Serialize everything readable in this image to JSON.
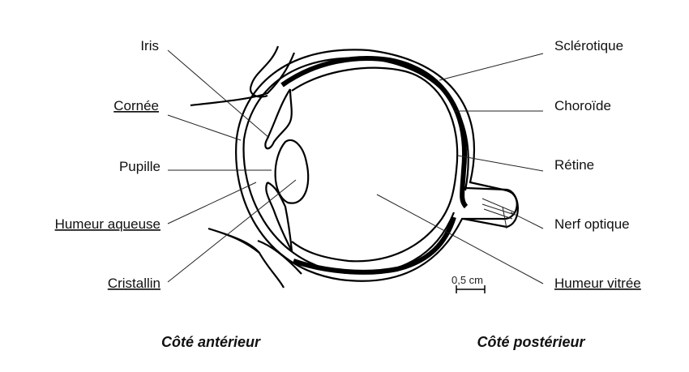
{
  "labels_left": [
    "Iris",
    "Cornée",
    "Pupille",
    "Humeur aqueuse",
    "Cristallin"
  ],
  "labels_right": [
    "Sclérotique",
    "Choroïde",
    "Rétine",
    "Nerf optique",
    "Humeur vitrée"
  ],
  "scale": "0,5 cm",
  "sides": {
    "anterior": "Côté antérieur",
    "posterior": "Côté postérieur"
  }
}
